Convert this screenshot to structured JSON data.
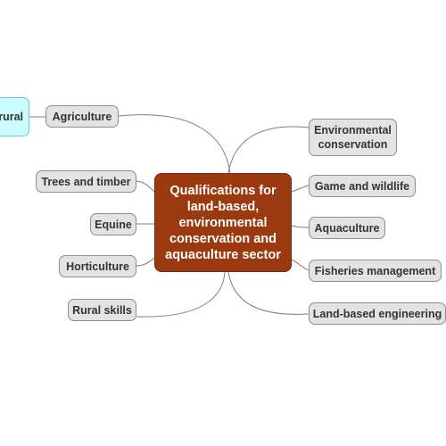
{
  "central": {
    "label": "Qualifications for land-based, environmental conservation and aquaculture sector"
  },
  "offscreen_parent": {
    "label": "rural"
  },
  "left_branches": [
    {
      "label": "Agriculture"
    },
    {
      "label": "Trees and timber"
    },
    {
      "label": "Equine"
    },
    {
      "label": "Horticulture"
    },
    {
      "label": "Rural skills"
    }
  ],
  "right_branches": [
    {
      "label": "Environmental conservation"
    },
    {
      "label": "Game and wildlife"
    },
    {
      "label": "Aquaculture"
    },
    {
      "label": "Fisheries management"
    },
    {
      "label": "Land-based engineering"
    }
  ],
  "colors": {
    "central_fill": "#9b3a10",
    "branch_fill": "#e3e3e3",
    "parent_fill": "#ccfcff",
    "connector": "#7f7f7f"
  }
}
